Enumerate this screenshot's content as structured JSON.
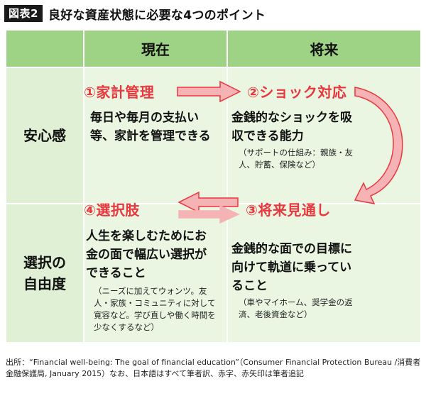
{
  "header": {
    "fig_label": "図表2",
    "title": "良好な資産状態に必要な4つのポイント"
  },
  "table": {
    "col_headers": [
      "現在",
      "将来"
    ],
    "row_headers": [
      "安心感",
      "選択の\n自由度"
    ],
    "cells": [
      {
        "label": "①家計管理",
        "main": "毎日や毎月の支払い等、家計を管理できる",
        "note": ""
      },
      {
        "label": "②ショック対応",
        "main": "金銭的なショックを吸収できる能力",
        "note": "（サポートの仕組み：親族・友人、貯蓄、保険など）"
      },
      {
        "label": "④選択肢",
        "main": "人生を楽しむためにお金の面で幅広い選択ができること",
        "note": "（ニーズに加えてウォンツ。友人・家族・コミュニティに対して寛容など。学び直しや働く時間を少なくするなど）"
      },
      {
        "label": "③将来見通し",
        "main": "金銭的な面での目標に向けて軌道に乗っていること",
        "note": "（車やマイホーム、奨学金の返済、老後資金など）"
      }
    ]
  },
  "source": "出所：“Financial well-being: The goal of financial education”（Consumer Financial Protection Bureau /消費者金融保護局, January 2015）なお、日本語はすべて筆者訳、赤字、赤矢印は筆者追記",
  "colors": {
    "header_green": "#9ed285",
    "body_green": "#eaf5e2",
    "accent_red": "#e8383d",
    "arrow_fill": "#f6b3b5"
  },
  "icons": [
    "right-arrow-icon",
    "curved-down-arrow-icon",
    "left-arrow-icon",
    "right-arrow-icon"
  ]
}
